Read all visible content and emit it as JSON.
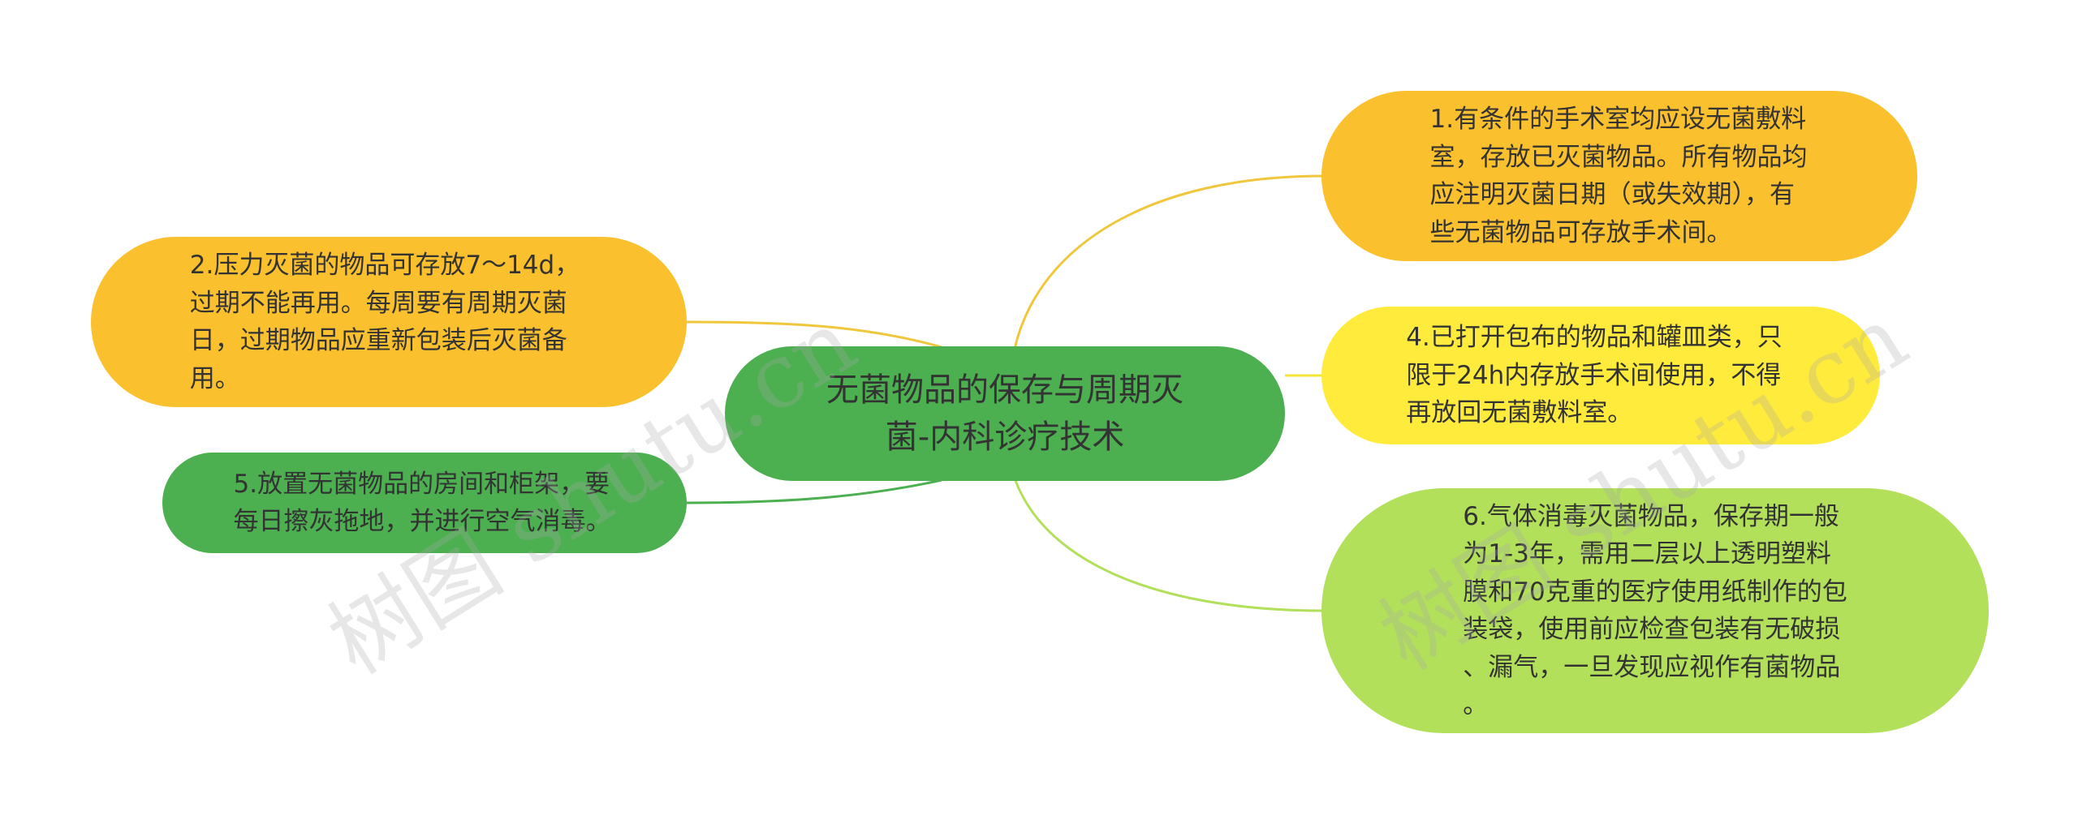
{
  "colors": {
    "center": "#4caf50",
    "orange": "#fbc02d",
    "yellow": "#ffeb3b",
    "green": "#4caf50",
    "light_green": "#b2e05a"
  },
  "center": {
    "text": "无菌物品的保存与周期灭\n菌-内科诊疗技术"
  },
  "nodes": {
    "n1": "1.有条件的手术室均应设无菌敷料\n室，存放已灭菌物品。所有物品均\n应注明灭菌日期（或失效期），有\n些无菌物品可存放手术间。",
    "n2": "2.压力灭菌的物品可存放7～14d，\n过期不能再用。每周要有周期灭菌\n日，过期物品应重新包装后灭菌备\n用。",
    "n4": "4.已打开包布的物品和罐皿类，只\n限于24h内存放手术间使用，不得\n再放回无菌敷料室。",
    "n5": "5.放置无菌物品的房间和柜架，要\n每日擦灰拖地，并进行空气消毒。",
    "n6": "6.气体消毒灭菌物品，保存期一般\n为1-3年，需用二层以上透明塑料\n膜和70克重的医疗使用纸制作的包\n装袋，使用前应检查包装有无破损\n、漏气，一旦发现应视作有菌物品\n。"
  },
  "watermark": {
    "text": "树图 shutu.cn"
  }
}
